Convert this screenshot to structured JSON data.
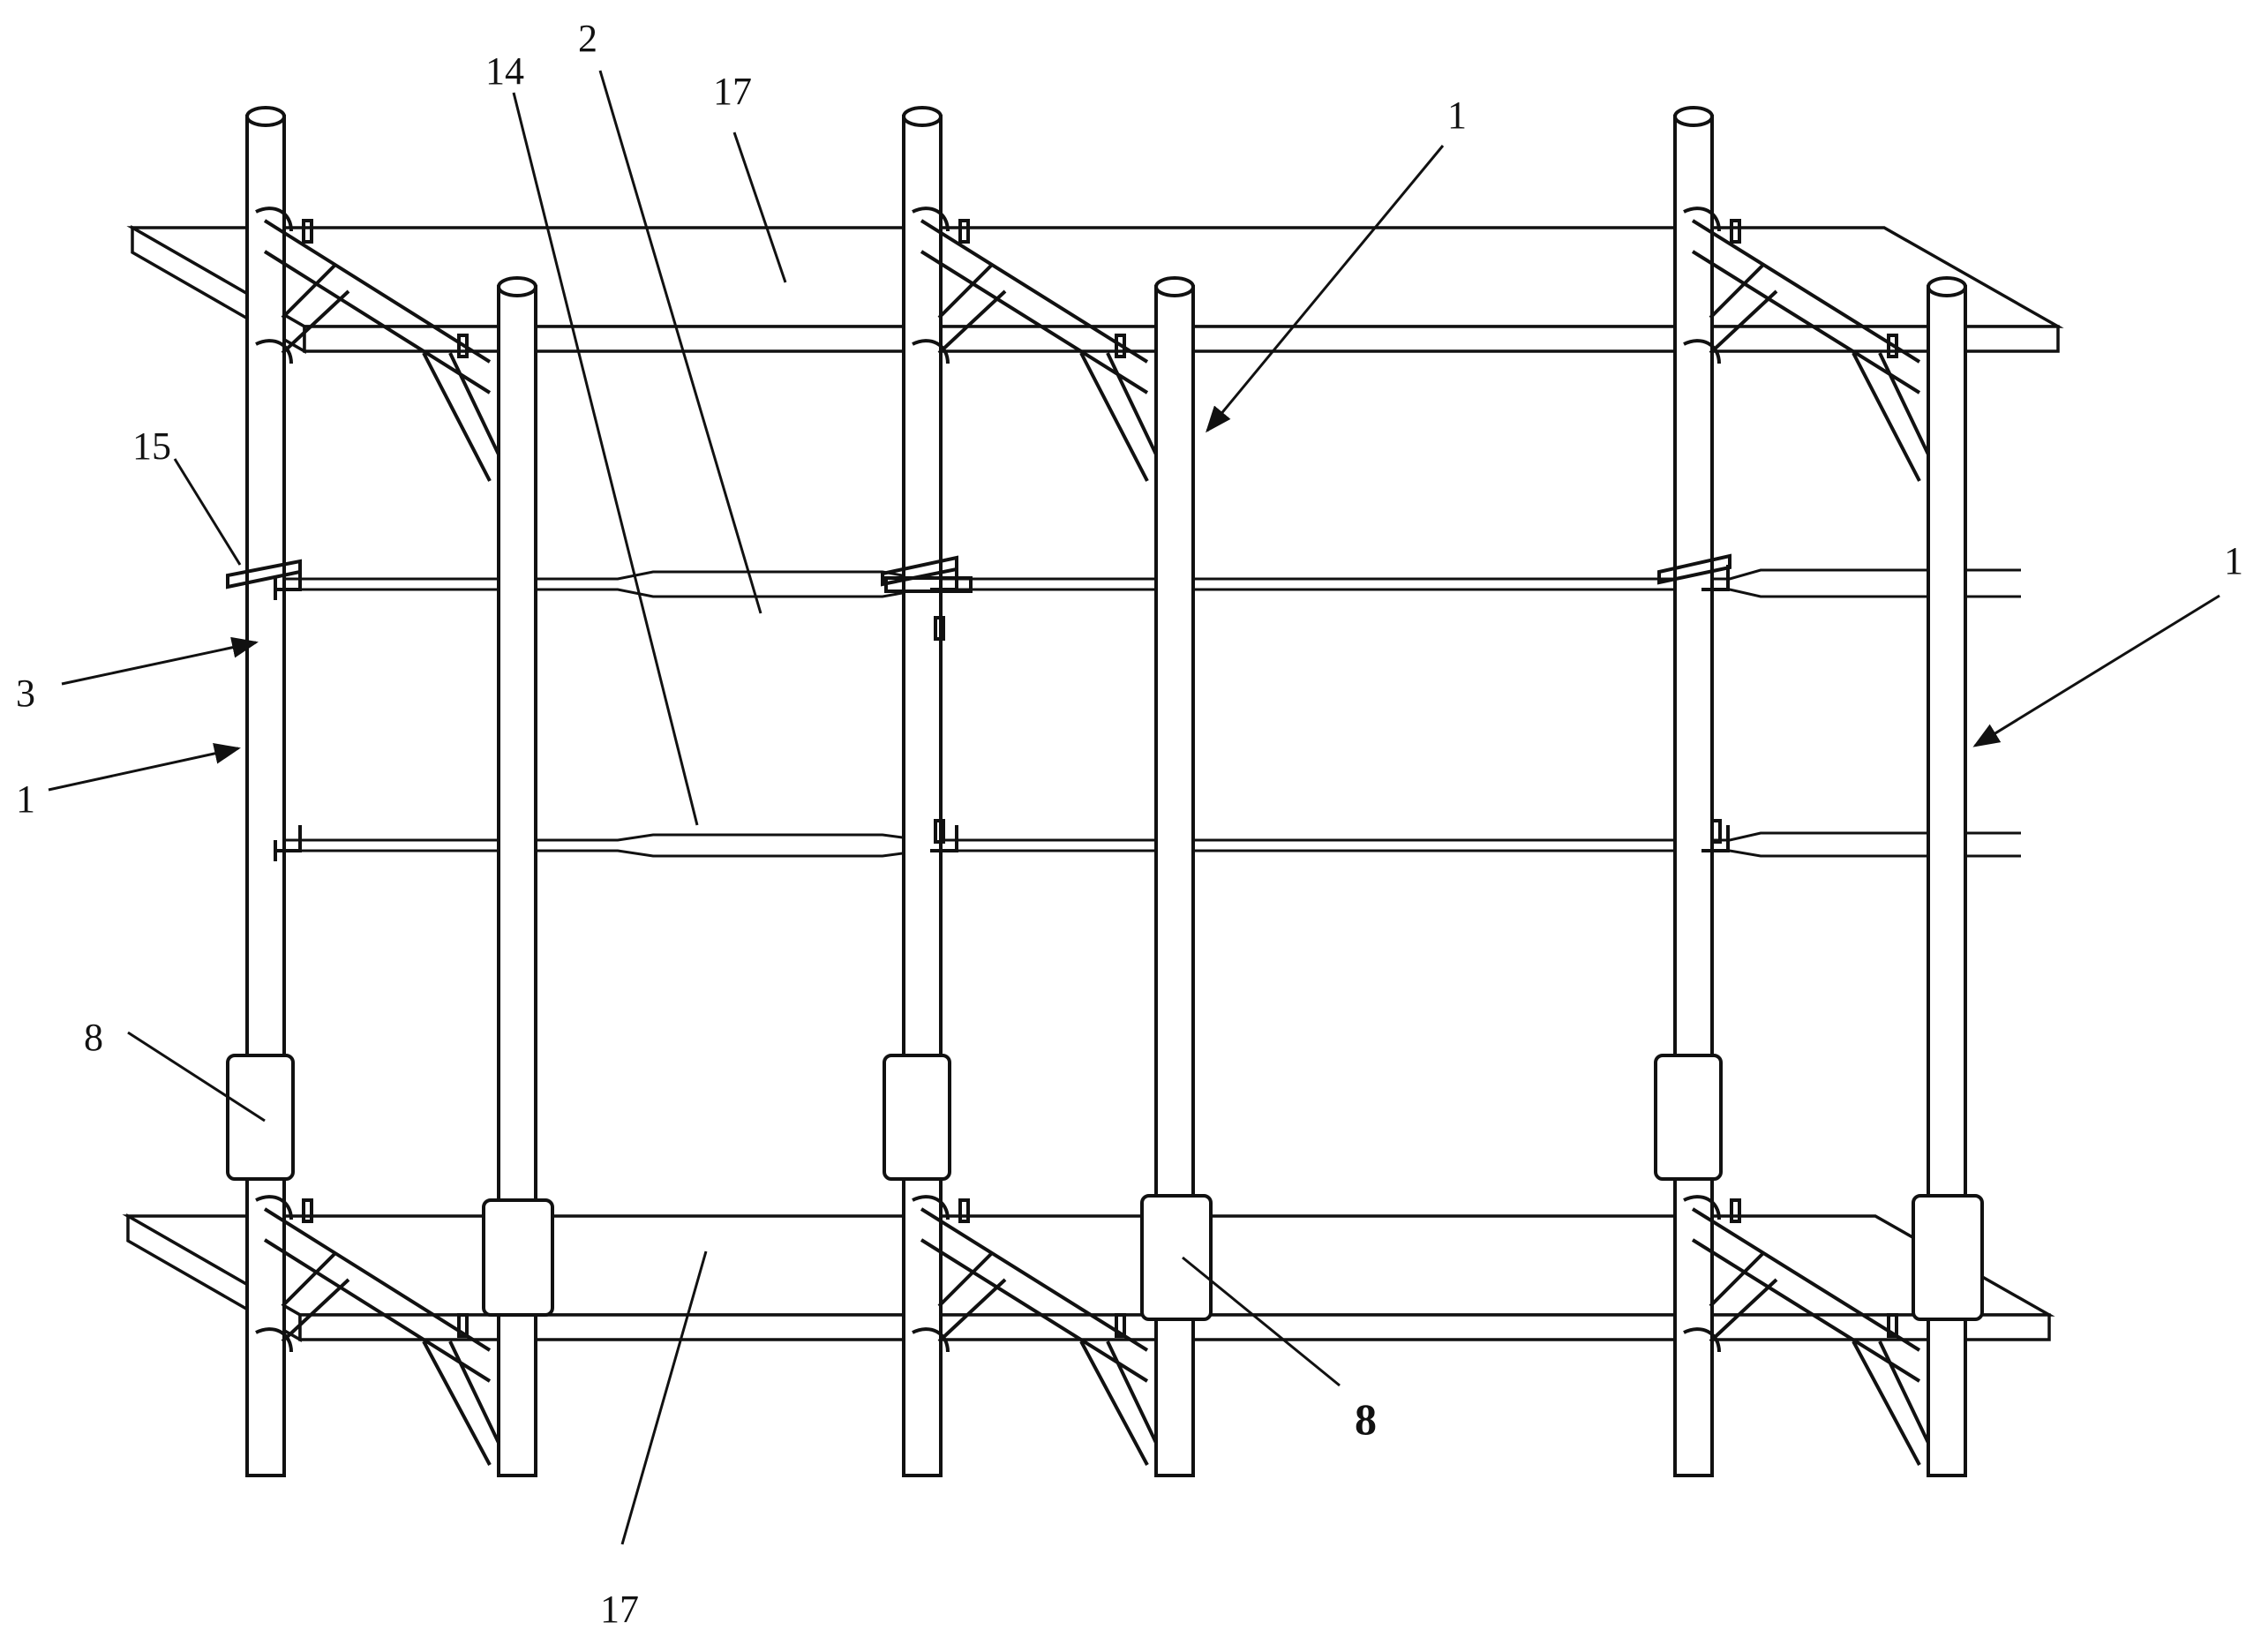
{
  "diagram": {
    "labels": {
      "l14": "14",
      "l2": "2",
      "l17_top": "17",
      "l1_center": "1",
      "l1_right": "1",
      "l15": "15",
      "l3": "3",
      "l1_left": "1",
      "l8_left": "8",
      "l8_center": "8",
      "l17_bottom": "17"
    },
    "colors": {
      "ink": "#111111",
      "paper": "#ffffff"
    }
  }
}
